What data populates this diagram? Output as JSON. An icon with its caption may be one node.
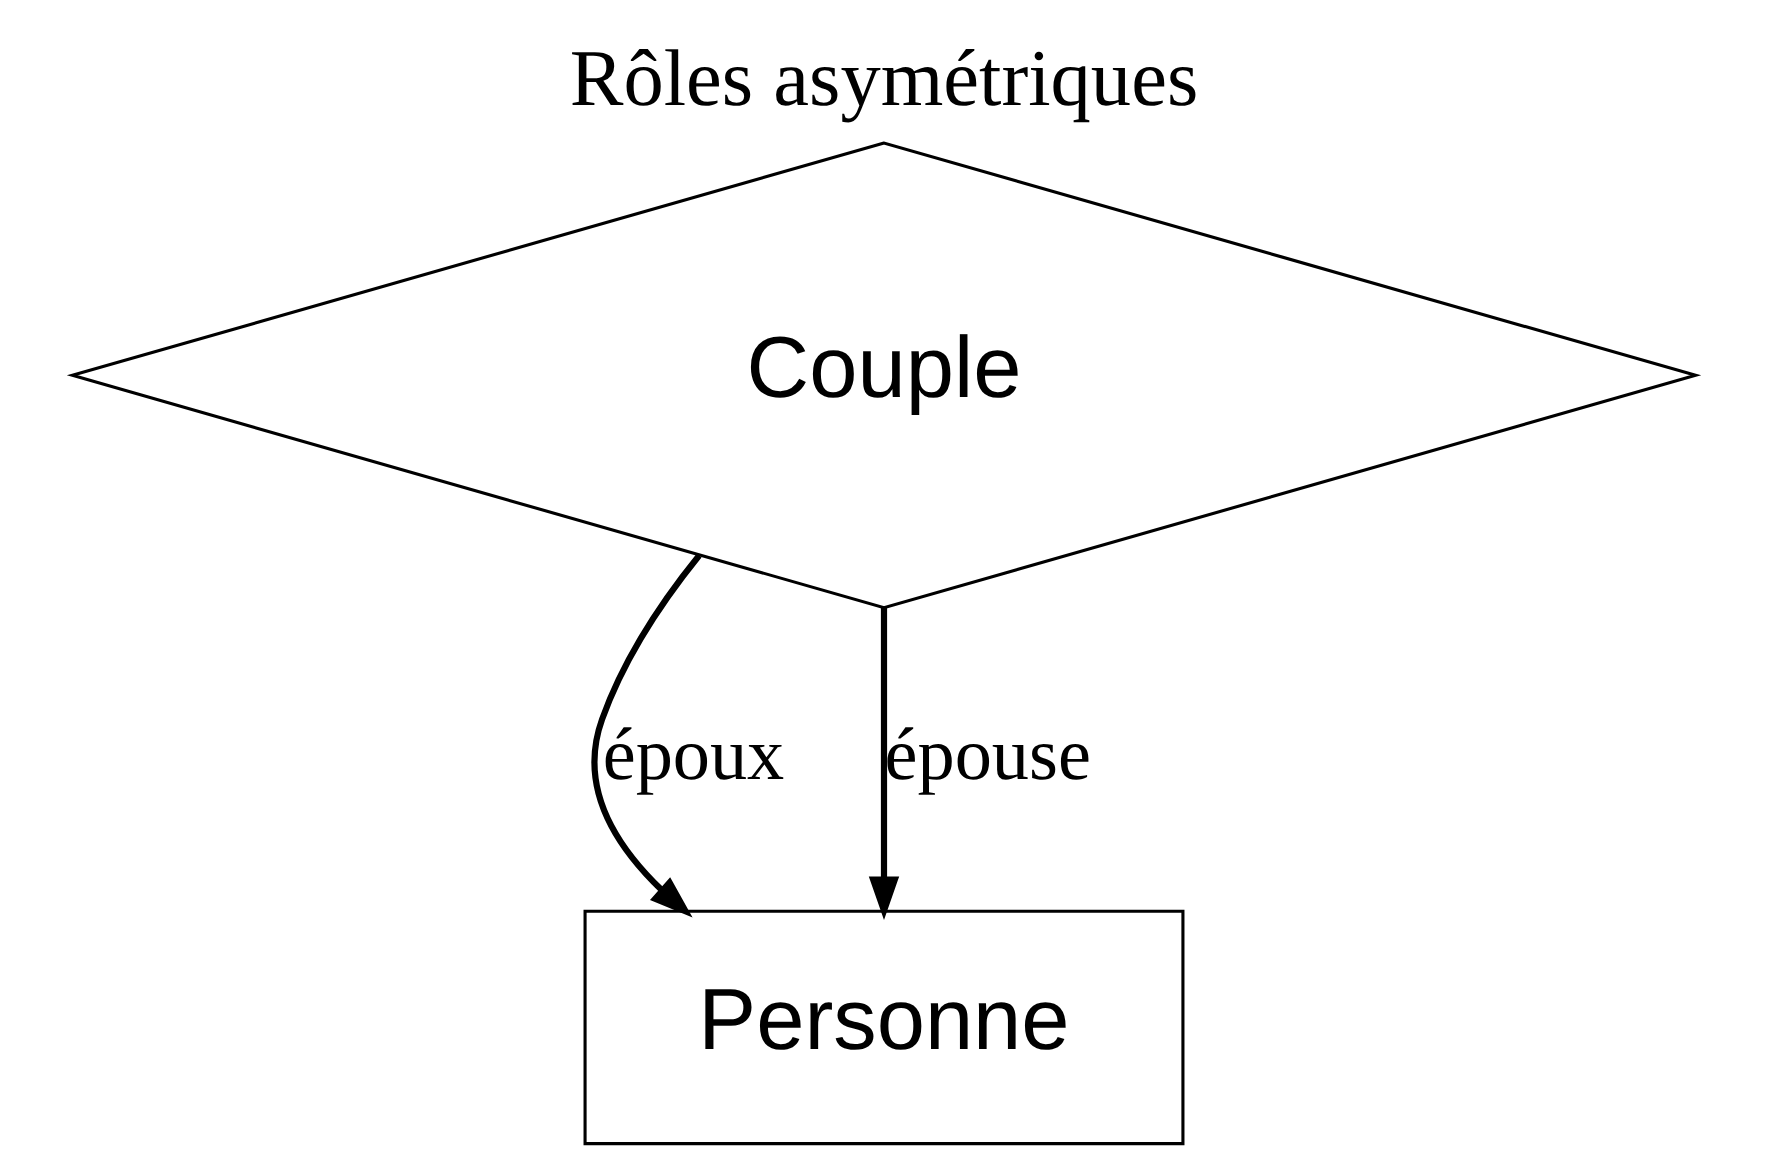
{
  "diagram": {
    "title": "Rôles asymétriques",
    "nodes": [
      {
        "text": [
          "Couple"
        ]
      },
      {
        "text": [
          "Personne"
        ]
      }
    ],
    "edges": [
      {
        "from": 0,
        "to": 1,
        "arrow": "to",
        "label": "époux"
      },
      {
        "from": 0,
        "to": 1,
        "arrow": "to",
        "label": "épouse"
      }
    ]
  }
}
